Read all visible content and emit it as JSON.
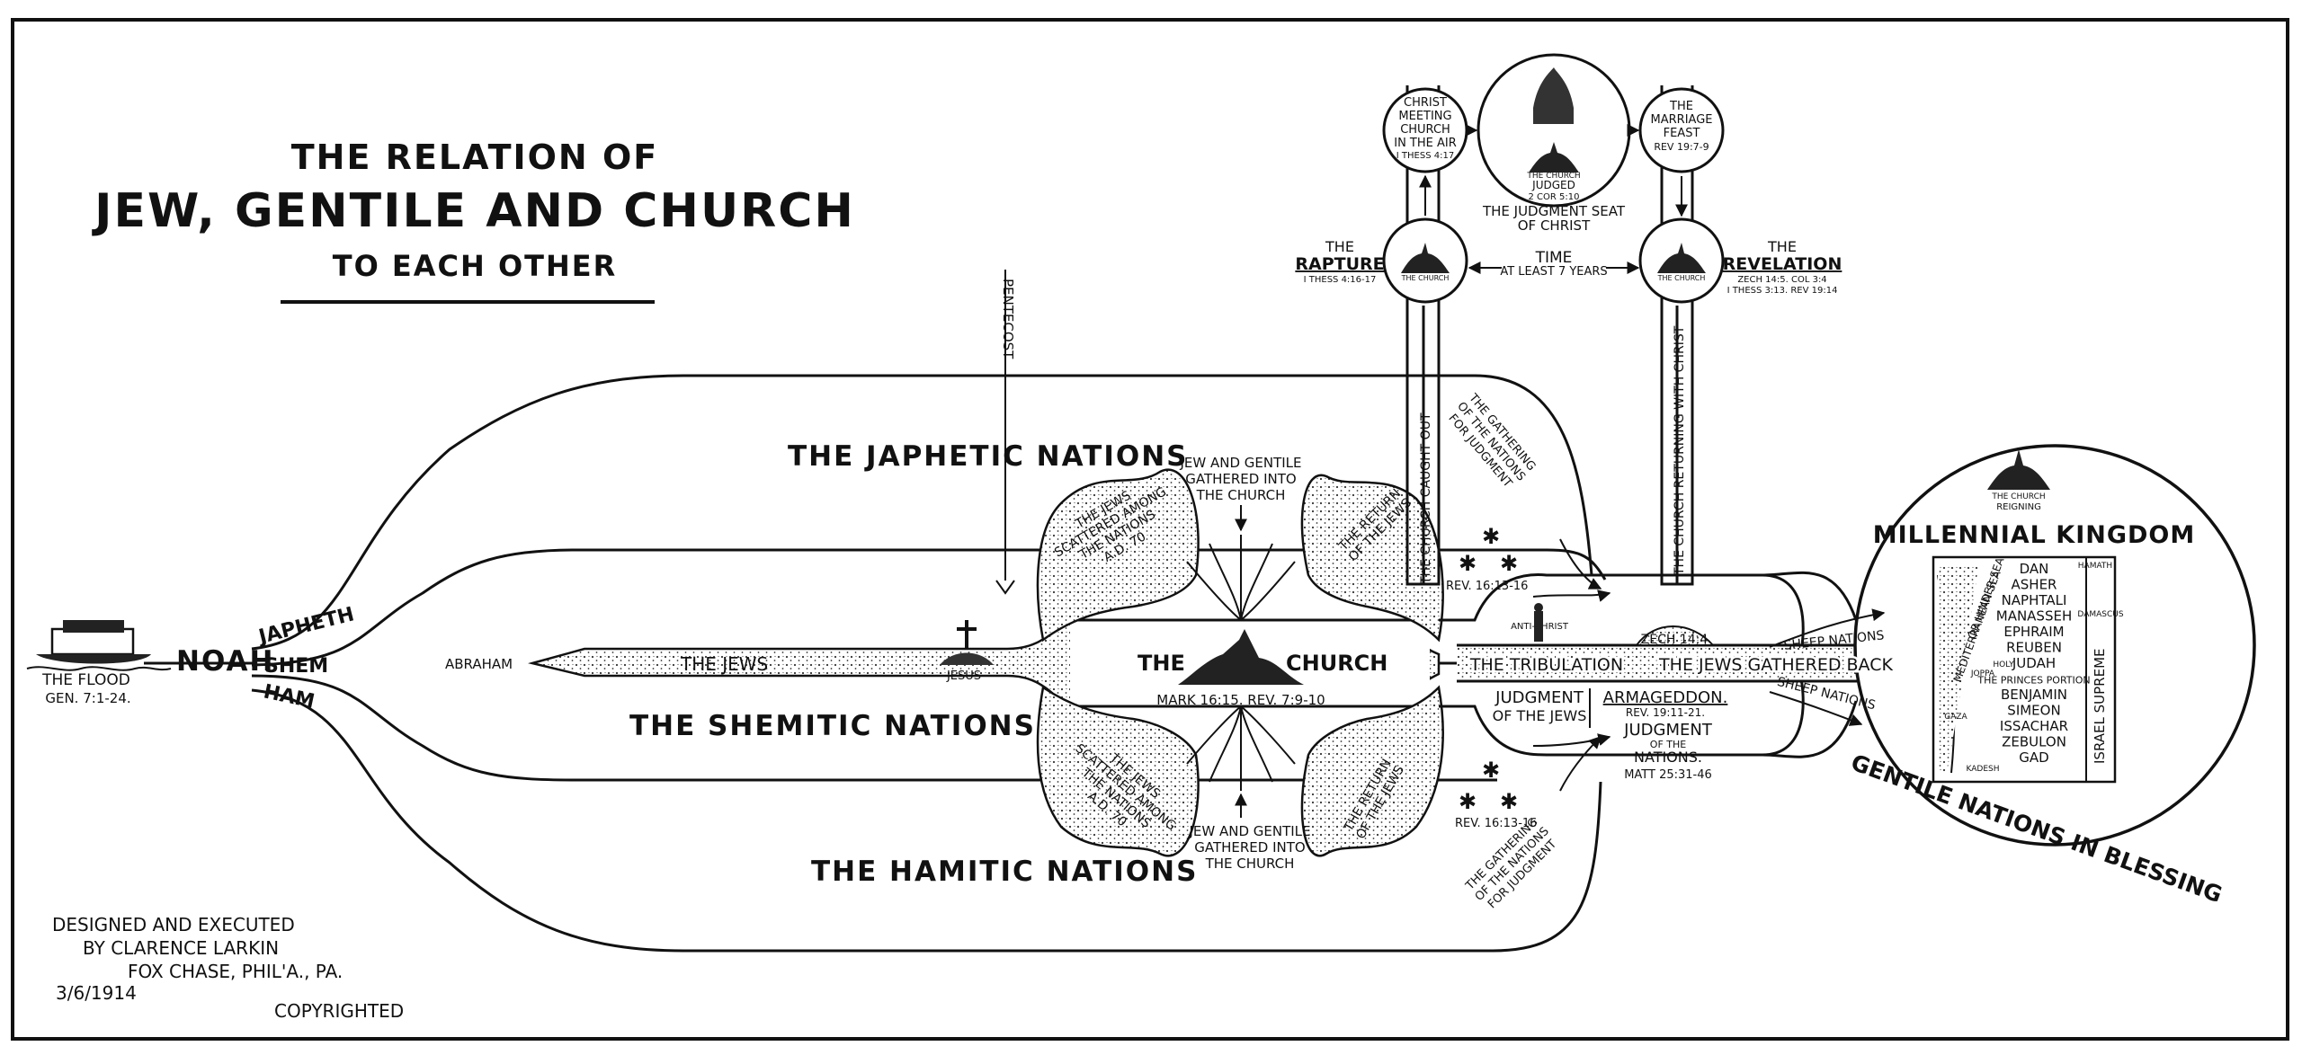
{
  "title": {
    "line1": "THE RELATION OF",
    "line2": "JEW, GENTILE AND CHURCH",
    "line3": "TO EACH OTHER"
  },
  "credits": {
    "line1": "DESIGNED AND EXECUTED",
    "line2": "BY CLARENCE LARKIN",
    "line3": "FOX CHASE, PHIL'A., PA.",
    "date": "3/6/1914",
    "copyright": "COPYRIGHTED"
  },
  "left": {
    "flood": "THE FLOOD",
    "flood_ref": "GEN. 7:1-24.",
    "noah": "NOAH",
    "japheth": "JAPHETH",
    "shem": "SHEM",
    "ham": "HAM",
    "abraham": "ABRAHAM",
    "jews": "THE JEWS",
    "jesus": "JESUS",
    "pentecost": "PENTECOST"
  },
  "nations": {
    "japhetic": "THE JAPHETIC NATIONS",
    "shemitic": "THE SHEMITIC NATIONS",
    "hamitic": "THE HAMITIC NATIONS"
  },
  "church": {
    "the": "THE",
    "church": "CHURCH",
    "ref": "MARK 16:15. REV. 7:9-10",
    "gathered_top": [
      "JEW AND GENTILE",
      "GATHERED INTO",
      "THE CHURCH"
    ],
    "gathered_bottom": [
      "JEW AND GENTILE",
      "GATHERED INTO",
      "THE CHURCH"
    ],
    "scattered_top": [
      "THE JEWS",
      "SCATTERED AMONG",
      "THE NATIONS",
      "A.D. 70"
    ],
    "scattered_bottom": [
      "THE JEWS",
      "SCATTERED AMONG",
      "THE NATIONS",
      "A.D. 70"
    ],
    "return_top": [
      "THE RETURN",
      "OF THE JEWS"
    ],
    "return_bottom": [
      "THE RETURN",
      "OF THE JEWS"
    ]
  },
  "heaven": {
    "meeting": [
      "CHRIST",
      "MEETING",
      "CHURCH",
      "IN THE AIR",
      "I THESS 4:17"
    ],
    "seat_church": "THE CHURCH",
    "seat_judged": "JUDGED",
    "seat_ref": "2 COR 5:10",
    "seat_label": [
      "THE JUDGMENT SEAT",
      "OF CHRIST"
    ],
    "feast": [
      "THE",
      "MARRIAGE",
      "FEAST",
      "REV 19:7-9"
    ],
    "rapture_the": "THE",
    "rapture": "RAPTURE",
    "rapture_ref": "I THESS 4:16-17",
    "time": "TIME",
    "time_sub": "AT LEAST 7 YEARS",
    "revelation_the": "THE",
    "revelation": "REVELATION",
    "revelation_ref1": "ZECH 14:5. COL 3:4",
    "revelation_ref2": "I THESS 3:13. REV 19:14",
    "church_small": "THE CHURCH",
    "caught_out": "THE CHURCH CAUGHT OUT",
    "returning": "THE CHURCH RETURNING WITH CHRIST"
  },
  "end": {
    "gathering_top": [
      "THE GATHERING",
      "OF THE NATIONS",
      "FOR JUDGMENT"
    ],
    "gathering_bottom": [
      "THE GATHERING",
      "OF THE NATIONS",
      "FOR JUDGMENT"
    ],
    "rev_top": "REV. 16:13-16",
    "rev_bottom": "REV. 16:13-16",
    "antichrist": "ANTI-CHRIST",
    "zech": "ZECH 14:4",
    "tribulation": "THE TRIBULATION",
    "jews_back": "THE JEWS GATHERED BACK",
    "judgment_jews": [
      "JUDGMENT",
      "OF THE JEWS"
    ],
    "armageddon": "ARMAGEDDON.",
    "armageddon_ref": "REV. 19:11-21.",
    "judgment_nations": [
      "JUDGMENT",
      "OF THE",
      "NATIONS."
    ],
    "matt": "MATT 25:31-46",
    "sheep_top": "SHEEP NATIONS",
    "sheep_bottom": "SHEEP NATIONS"
  },
  "kingdom": {
    "title": "MILLENNIAL KINGDOM",
    "gentile": "GENTILE NATIONS IN BLESSING",
    "reigning": [
      "THE CHURCH",
      "REIGNING"
    ],
    "israel": "ISRAEL SUPREME",
    "sea": "MEDITERRANEAN SEA",
    "hinder": "OR HINDER SEA",
    "tribes": [
      "DAN",
      "ASHER",
      "NAPHTALI",
      "MANASSEH",
      "EPHRAIM",
      "REUBEN",
      "JUDAH",
      "THE PRINCES PORTION",
      "BENJAMIN",
      "SIMEON",
      "ISSACHAR",
      "ZEBULON",
      "GAD"
    ],
    "places": [
      "JOPPA",
      "HOLY",
      "GAZA",
      "KADESH",
      "HAMATH",
      "DAMASCUS"
    ]
  }
}
